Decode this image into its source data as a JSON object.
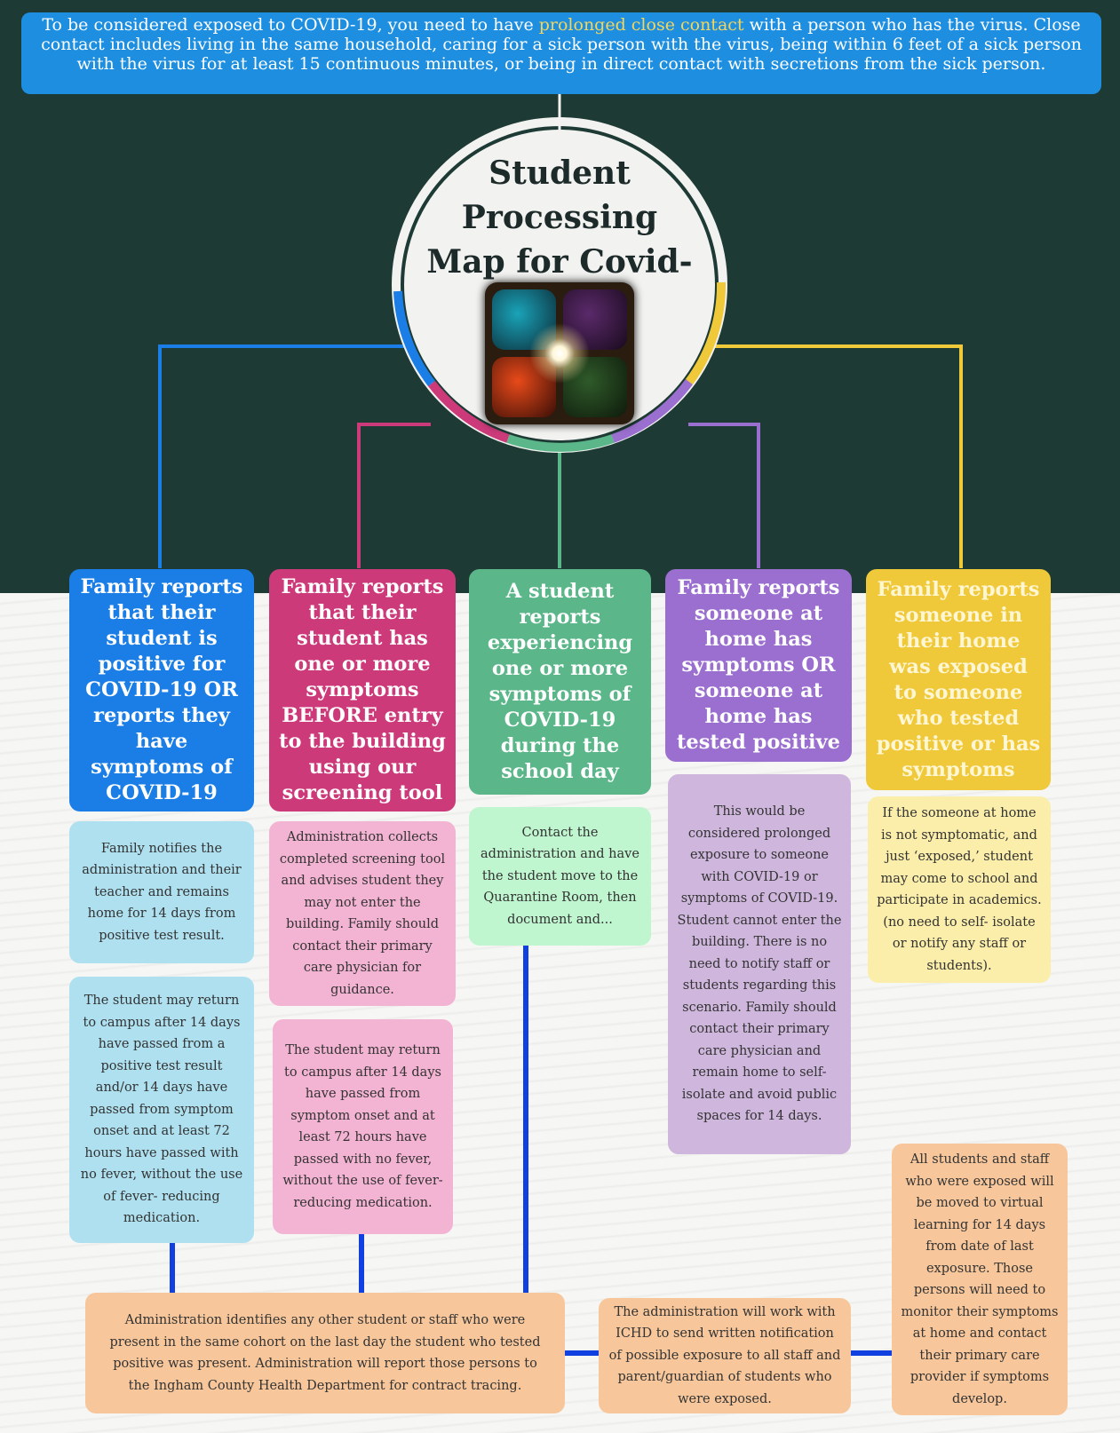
{
  "banner": {
    "text_before": "To be considered exposed to COVID-19, you need to have ",
    "highlight": "prolonged close contact",
    "text_after": " with a person who has the virus. Close contact includes living in the same household, caring for a sick person with the virus, being within 6 feet of a sick person with the virus for at least 15 continuous minutes, or being in direct contact with secretions from the sick person."
  },
  "title": "Student Processing Map for Covid-19",
  "colors": {
    "background_top": "#1d3a34",
    "banner": "#1e8fe0",
    "blue": "#1a7ee6",
    "magenta": "#cc3a7a",
    "green": "#5bb78a",
    "purple": "#9b6fcf",
    "yellow": "#f0c93a",
    "connector": "#1040e0"
  },
  "columns": [
    {
      "heading": "Family reports that their student is positive for COVID-19 OR reports they have symptoms of COVID-19",
      "steps": [
        "Family notifies the administration and their teacher and remains home for 14 days from positive test result.",
        "The student may return to campus after 14 days have passed from a positive test result and/or 14 days have passed from symptom onset and at least 72 hours have passed with no fever, without the use of fever- reducing medication."
      ]
    },
    {
      "heading": "Family reports that their student has one or more symptoms BEFORE entry to the building using our screening tool",
      "steps": [
        "Administration collects completed screening tool and advises student they may not enter the building. Family should contact their primary care physician for guidance.",
        "The student may return to campus after 14 days have passed from symptom onset and at least 72 hours have passed with no fever, without the use of fever-reducing medication."
      ]
    },
    {
      "heading": "A student reports experiencing one or more symptoms of COVID-19 during the school day",
      "steps": [
        "Contact the administration and have the student move to the Quarantine Room, then document and..."
      ]
    },
    {
      "heading": "Family reports someone at home has symptoms OR someone at home has tested positive",
      "steps": [
        "This would be considered prolonged exposure to someone with COVID-19 or symptoms of COVID-19. Student cannot enter the building. There is no need to notify staff or students regarding this scenario. Family should contact their primary care physician and remain home to self-isolate and avoid public spaces for 14 days."
      ]
    },
    {
      "heading": "Family reports someone in their home was exposed to someone who tested positive or has symptoms",
      "steps": [
        "If the someone at home is not symptomatic, and just ‘exposed,’ student may come to school and participate in academics. (no need to self- isolate or notify any staff or students)."
      ]
    }
  ],
  "bottom": {
    "identify": "Administration identifies any other student or staff who were present in the same cohort on the last day the student who tested positive was present. Administration will report those persons to the Ingham County Health Department for contract tracing.",
    "notify": "The administration will work with ICHD to send written notification of possible exposure to all staff and parent/guardian of students who were exposed.",
    "virtual": "All students and staff who were exposed will be moved to virtual learning for 14 days from date of last exposure. Those persons will need to monitor their symptoms at home and contact their primary care provider if symptoms develop."
  }
}
